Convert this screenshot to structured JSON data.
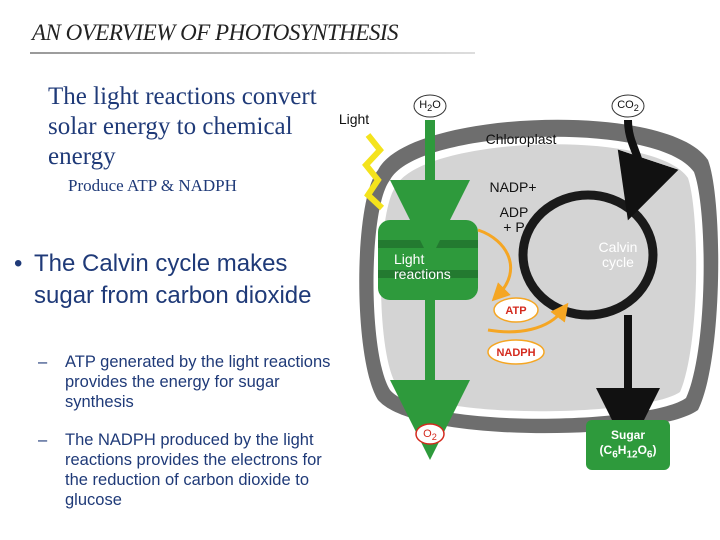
{
  "slide": {
    "title": "AN OVERVIEW OF PHOTOSYNTHESIS",
    "bullet1": "The light reactions convert solar energy to chemical energy",
    "bullet1_sub": "Produce ATP & NADPH",
    "bullet2": "The Calvin cycle makes sugar from carbon dioxide",
    "sub1": "ATP generated by the light reactions provides the energy for sugar synthesis",
    "sub2": "The NADPH produced by the light reactions provides the electrons for the reduction of carbon dioxide to glucose",
    "bullet_glyph": "",
    "dot_glyph": "•",
    "dash_glyph": "–"
  },
  "diagram": {
    "light": "Light",
    "h2o_h": "H",
    "h2o_sub": "2",
    "h2o_o": "O",
    "co2_c": "CO",
    "co2_sub": "2",
    "chloroplast": "Chloroplast",
    "nadp": "NADP+",
    "adp_line1": "ADP",
    "adp_line2": "+ P",
    "light_reactions_1": "Light",
    "light_reactions_2": "reactions",
    "calvin_1": "Calvin",
    "calvin_2": "cycle",
    "atp": "ATP",
    "nadph": "NADPH",
    "o2_o": "O",
    "o2_sub": "2",
    "sugar_title": "Sugar",
    "sugar_formula_open": "(C",
    "sugar_c_sub": "6",
    "sugar_h": "H",
    "sugar_h_sub": "12",
    "sugar_o": "O",
    "sugar_o_sub": "6",
    "sugar_formula_close": ")",
    "colors": {
      "green": "#2e9a3c",
      "dark_gray": "#6e6e6e",
      "light_gray": "#d4d4d4",
      "orange": "#f5a623",
      "yellow": "#f4e31c",
      "red": "#d42a1e",
      "navy_text": "#1f3a78"
    }
  }
}
